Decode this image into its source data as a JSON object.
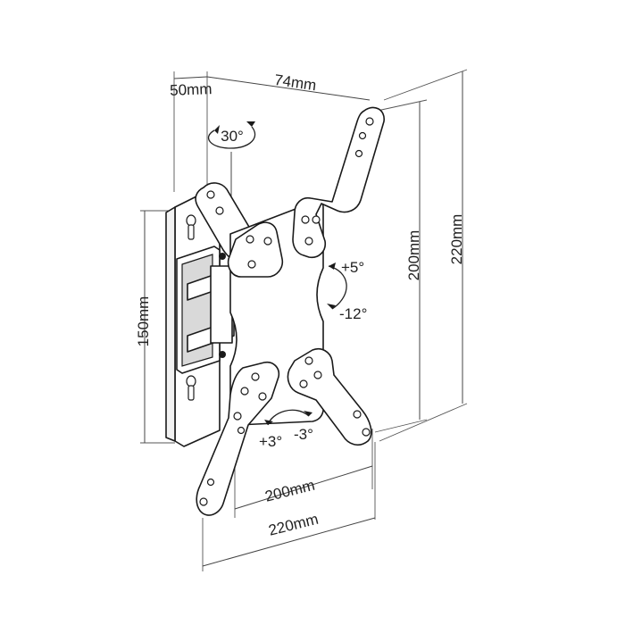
{
  "dimensions": {
    "depth_label": "50mm",
    "arm_label": "74mm",
    "vesa_h_inner": "200mm",
    "vesa_h_outer": "220mm",
    "vesa_v_inner": "200mm",
    "vesa_v_outer": "220mm",
    "wall_plate": "150mm"
  },
  "angles": {
    "swivel": "30°",
    "tilt_up": "+5°",
    "tilt_down": "-12°",
    "rotate_pos": "+3°",
    "rotate_neg": "-3°"
  },
  "colors": {
    "line": "#1a1a1a",
    "shade": "#d9d9d9"
  }
}
